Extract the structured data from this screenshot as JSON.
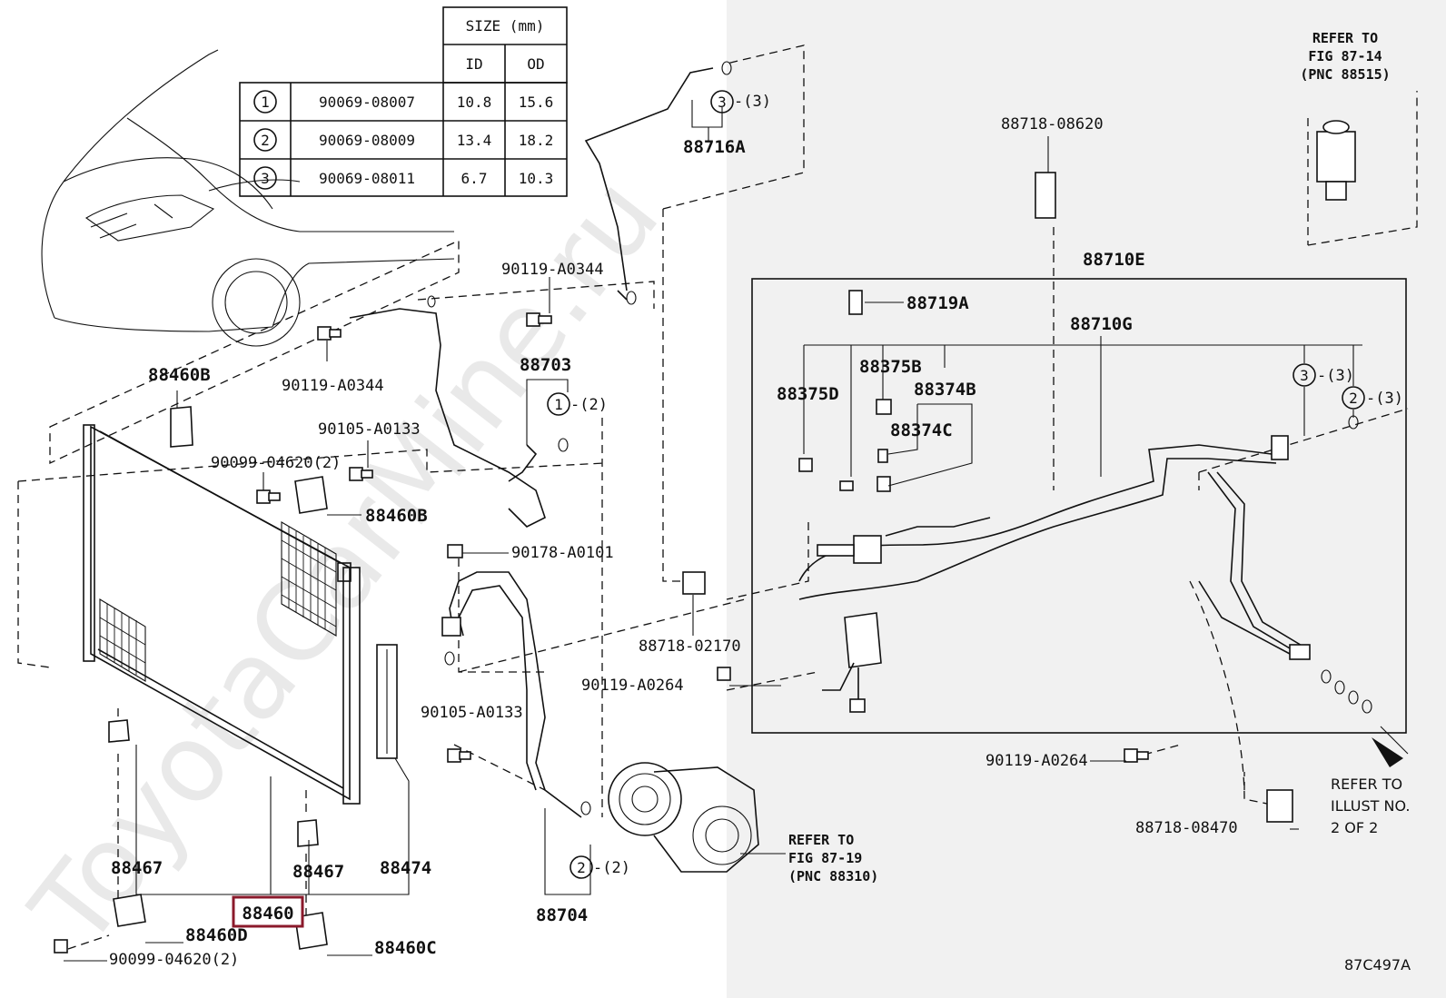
{
  "watermark": "ToyotaCarMine.ru",
  "diagram_code": "87C497A",
  "size_table": {
    "header": "SIZE (mm)",
    "col_id": "ID",
    "col_od": "OD",
    "rows": [
      {
        "ref": "1",
        "part": "90069-08007",
        "id": "10.8",
        "od": "15.6"
      },
      {
        "ref": "2",
        "part": "90069-08009",
        "id": "13.4",
        "od": "18.2"
      },
      {
        "ref": "3",
        "part": "90069-08011",
        "id": "6.7",
        "od": "10.3"
      }
    ]
  },
  "callouts": {
    "c88716A": "88716A",
    "c3_qty_top": "-(3)",
    "c90119_A0344_a": "90119-A0344",
    "c90119_A0344_b": "90119-A0344",
    "c88460B_a": "88460B",
    "c88460B_b": "88460B",
    "c90105_A0133_a": "90105-A0133",
    "c90105_A0133_b": "90105-A0133",
    "c90099_04620_a": "90099-04620(2)",
    "c90099_04620_b": "90099-04620(2)",
    "c88703": "88703",
    "c1_qty": "-(2)",
    "c90178_A0101": "90178-A0101",
    "c88718_02170": "88718-02170",
    "c90119_A0264_a": "90119-A0264",
    "c90119_A0264_b": "90119-A0264",
    "c88718_08620": "88718-08620",
    "c88710E": "88710E",
    "c88719A": "88719A",
    "c88710G": "88710G",
    "c88375B": "88375B",
    "c88375D": "88375D",
    "c88374B": "88374B",
    "c88374C": "88374C",
    "c3_qty_right": "-(3)",
    "c2_qty_right": "-(3)",
    "c88467_a": "88467",
    "c88467_b": "88467",
    "c88474": "88474",
    "c88460": "88460",
    "c88460D": "88460D",
    "c88460C": "88460C",
    "c88704": "88704",
    "c2_qty_bottom": "-(2)",
    "c88718_08470": "88718-08470"
  },
  "circle_refs": {
    "top": "3",
    "mid": "1",
    "bottom": "2",
    "right_a": "3",
    "right_b": "2"
  },
  "refer_notes": {
    "fig_87_14": [
      "REFER TO",
      "FIG 87-14",
      "(PNC 88515)"
    ],
    "fig_87_19": [
      "REFER TO",
      "FIG 87-19",
      "(PNC 88310)"
    ],
    "illust": [
      "REFER TO",
      "ILLUST NO.",
      "2 OF 2"
    ]
  },
  "colors": {
    "highlight_box": "#8b1a2b",
    "right_panel_bg": "#f1f1f1",
    "ink": "#111111"
  }
}
